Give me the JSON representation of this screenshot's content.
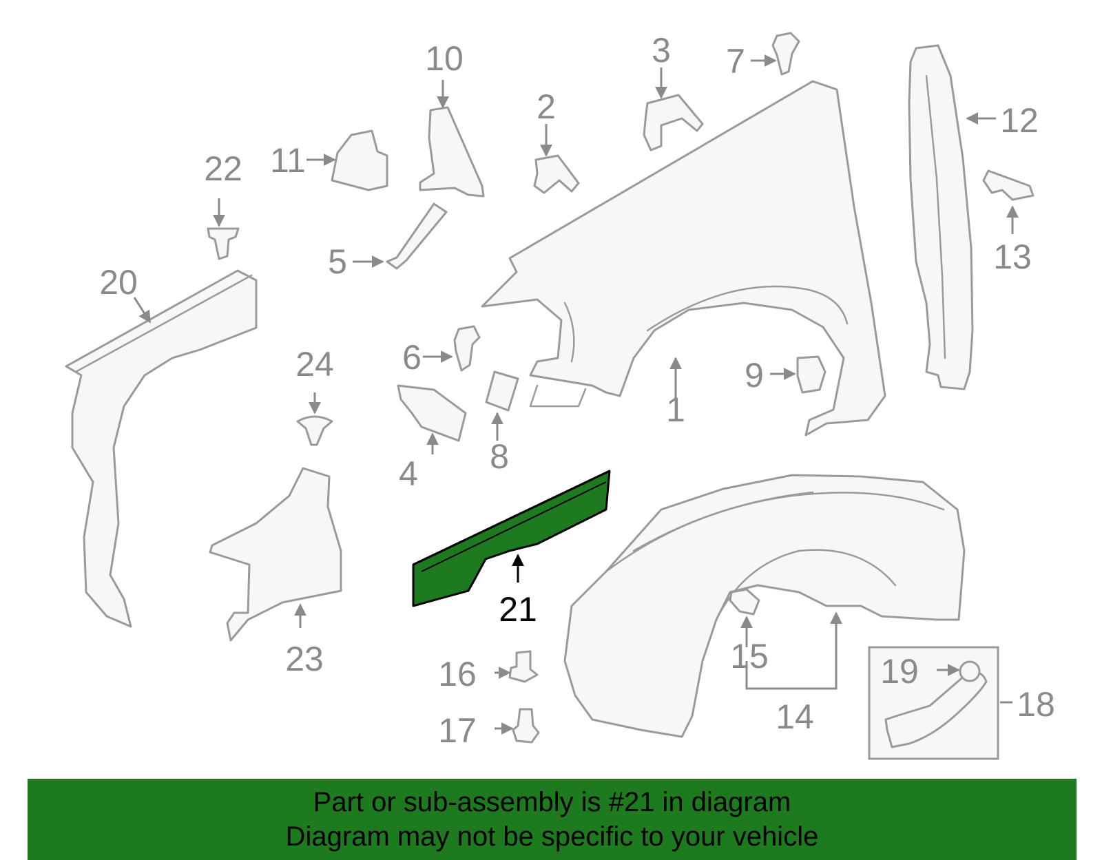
{
  "diagram": {
    "colors": {
      "part_outline": "#9a9a9a",
      "part_fill": "#f7f7f7",
      "callout_text": "#8a8a8a",
      "highlight_fill": "#1e7a1e",
      "highlight_outline": "#000000"
    },
    "callouts": {
      "c1": "1",
      "c2": "2",
      "c3": "3",
      "c4": "4",
      "c5": "5",
      "c6": "6",
      "c7": "7",
      "c8": "8",
      "c9": "9",
      "c10": "10",
      "c11": "11",
      "c12": "12",
      "c13": "13",
      "c14": "14",
      "c15": "15",
      "c16": "16",
      "c17": "17",
      "c18": "18",
      "c19": "19",
      "c20": "20",
      "c21": "21",
      "c22": "22",
      "c23": "23",
      "c24": "24"
    },
    "highlighted_part": "21"
  },
  "banner": {
    "line1": "Part or sub-assembly is #21 in diagram",
    "line2": "Diagram may not be specific to your vehicle",
    "background": "#1e7a1e"
  }
}
